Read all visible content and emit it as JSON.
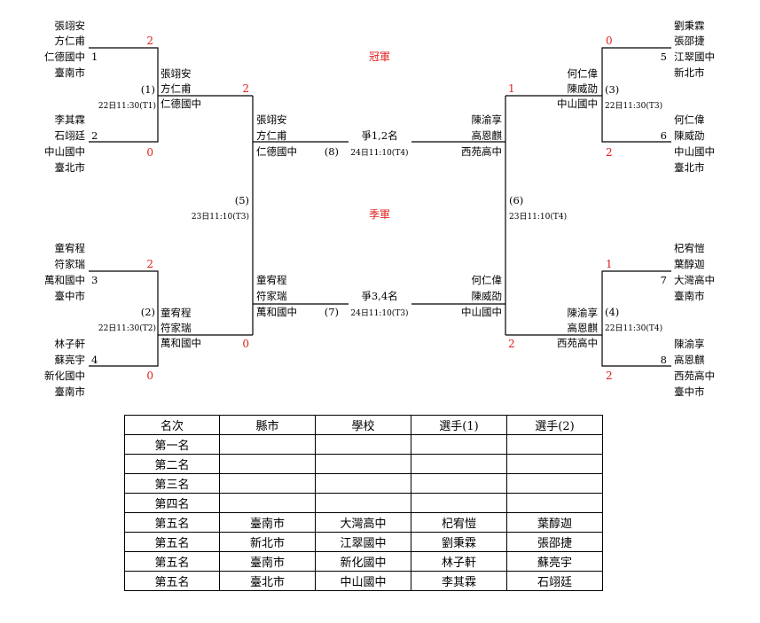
{
  "bracket": {
    "champion_label": "冠軍",
    "third_label": "季軍",
    "entrants": [
      {
        "seed": "1",
        "p1": "張翊安",
        "p2": "方仁甫",
        "school": "仁德國中",
        "city": "臺南市"
      },
      {
        "seed": "2",
        "p1": "李其霖",
        "p2": "石翊廷",
        "school": "中山國中",
        "city": "臺北市"
      },
      {
        "seed": "3",
        "p1": "童宥程",
        "p2": "符家瑞",
        "school": "萬和國中",
        "city": "臺中市"
      },
      {
        "seed": "4",
        "p1": "林子軒",
        "p2": "蘇亮宇",
        "school": "新化國中",
        "city": "臺南市"
      },
      {
        "seed": "5",
        "p1": "劉秉霖",
        "p2": "張邵捷",
        "school": "江翠國中",
        "city": "新北市"
      },
      {
        "seed": "6",
        "p1": "何仁偉",
        "p2": "陳威劭",
        "school": "中山國中",
        "city": "臺北市"
      },
      {
        "seed": "7",
        "p1": "杞宥愷",
        "p2": "葉醇迦",
        "school": "大灣高中",
        "city": "臺南市"
      },
      {
        "seed": "8",
        "p1": "陳渝享",
        "p2": "高恩麒",
        "school": "西苑高中",
        "city": "臺中市"
      }
    ],
    "matches": [
      {
        "no": "(1)",
        "time": "22日11:30(T1)",
        "win": {
          "p1": "張翊安",
          "p2": "方仁甫",
          "school": "仁德國中"
        },
        "score_a": "2",
        "score_b": "0",
        "score_out": "2"
      },
      {
        "no": "(2)",
        "time": "22日11:30(T2)",
        "win": {
          "p1": "童宥程",
          "p2": "符家瑞",
          "school": "萬和國中"
        },
        "score_a": "2",
        "score_b": "0",
        "score_out": "0"
      },
      {
        "no": "(3)",
        "time": "22日11:30(T3)",
        "win": {
          "p1": "何仁偉",
          "p2": "陳威劭",
          "school": "中山國中"
        },
        "score_a": "0",
        "score_b": "2",
        "score_out": "1"
      },
      {
        "no": "(4)",
        "time": "22日11:30(T4)",
        "win": {
          "p1": "陳渝享",
          "p2": "高恩麒",
          "school": "西苑高中"
        },
        "score_a": "1",
        "score_b": "2",
        "score_out": "2"
      },
      {
        "no": "(5)",
        "time": "23日11:10(T3)",
        "win": {
          "p1": "張翊安",
          "p2": "方仁甫",
          "school": "仁德國中"
        }
      },
      {
        "no": "(6)",
        "time": "23日11:10(T4)",
        "win": {
          "p1": "陳渝享",
          "p2": "高恩麒",
          "school": "西苑高中"
        }
      },
      {
        "no": "(7)",
        "time": "24日11:10(T3)",
        "label": "爭3,4名",
        "win": {
          "p1": "何仁偉",
          "p2": "陳威劭",
          "school": "中山國中"
        }
      },
      {
        "no": "(8)",
        "time": "24日11:10(T4)",
        "label": "爭1,2名"
      }
    ]
  },
  "results": {
    "headers": [
      "名次",
      "縣市",
      "學校",
      "選手(1)",
      "選手(2)"
    ],
    "rows": [
      [
        "第一名",
        "",
        "",
        "",
        ""
      ],
      [
        "第二名",
        "",
        "",
        "",
        ""
      ],
      [
        "第三名",
        "",
        "",
        "",
        ""
      ],
      [
        "第四名",
        "",
        "",
        "",
        ""
      ],
      [
        "第五名",
        "臺南市",
        "大灣高中",
        "杞宥愷",
        "葉醇迦"
      ],
      [
        "第五名",
        "新北市",
        "江翠國中",
        "劉秉霖",
        "張邵捷"
      ],
      [
        "第五名",
        "臺南市",
        "新化國中",
        "林子軒",
        "蘇亮宇"
      ],
      [
        "第五名",
        "臺北市",
        "中山國中",
        "李其霖",
        "石翊廷"
      ]
    ]
  }
}
